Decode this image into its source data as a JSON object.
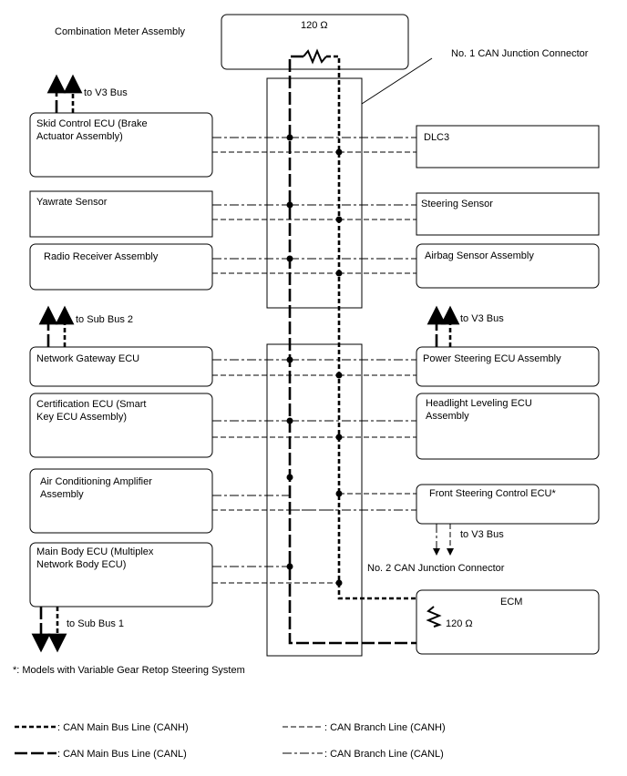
{
  "resistor_top": "120 Ω",
  "combination_meter": "Combination Meter Assembly",
  "junction1": "No. 1 CAN Junction Connector",
  "junction2": "No. 2 CAN Junction Connector",
  "to_v3_bus": "to V3 Bus",
  "to_sub_bus_2": "to Sub Bus 2",
  "to_sub_bus_1": "to Sub Bus 1",
  "left_ecus": {
    "skid_line1": "Skid Control ECU (Brake",
    "skid_line2": "Actuator Assembly)",
    "yawrate": "Yawrate Sensor",
    "radio": "Radio Receiver Assembly",
    "gateway": "Network Gateway ECU",
    "cert_line1": "Certification ECU (Smart",
    "cert_line2": "Key ECU Assembly)",
    "aircon_line1": "Air Conditioning Amplifier",
    "aircon_line2": "Assembly",
    "mainbody_line1": "Main Body ECU (Multiplex",
    "mainbody_line2": "Network Body ECU)"
  },
  "right_ecus": {
    "dlc3": "DLC3",
    "steering_sensor": "Steering Sensor",
    "airbag": "Airbag Sensor Assembly",
    "power_steering": "Power Steering ECU Assembly",
    "headlight_line1": "Headlight Leveling ECU",
    "headlight_line2": "Assembly",
    "front_steering": "Front Steering Control ECU*",
    "ecm": "ECM",
    "resistor_ecm": "120 Ω"
  },
  "footnote": "*: Models with Variable Gear Retop Steering System",
  "legend": {
    "main_canh": ": CAN Main Bus Line (CANH)",
    "main_canl": ": CAN Main Bus Line (CANL)",
    "branch_canh": ": CAN Branch Line (CANH)",
    "branch_canl": ": CAN Branch Line (CANL)"
  }
}
